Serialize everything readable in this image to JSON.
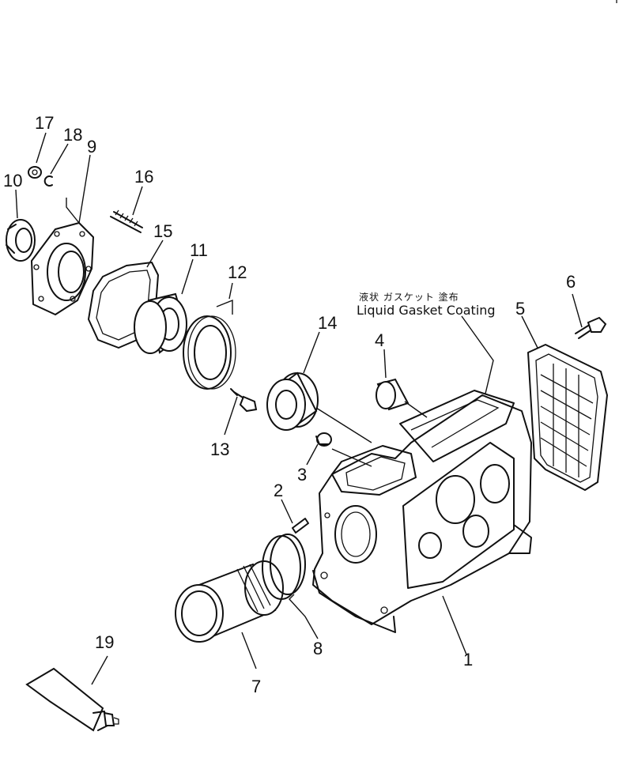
{
  "annotation": {
    "japanese": "液状 ガスケット 塗布",
    "english": "Liquid Gasket Coating"
  },
  "callouts": {
    "c1": "1",
    "c2": "2",
    "c3": "3",
    "c4": "4",
    "c5": "5",
    "c6": "6",
    "c7": "7",
    "c8": "8",
    "c9": "9",
    "c10": "10",
    "c11": "11",
    "c12": "12",
    "c13": "13",
    "c14": "14",
    "c15": "15",
    "c16": "16",
    "c17": "17",
    "c18": "18",
    "c19": "19"
  }
}
